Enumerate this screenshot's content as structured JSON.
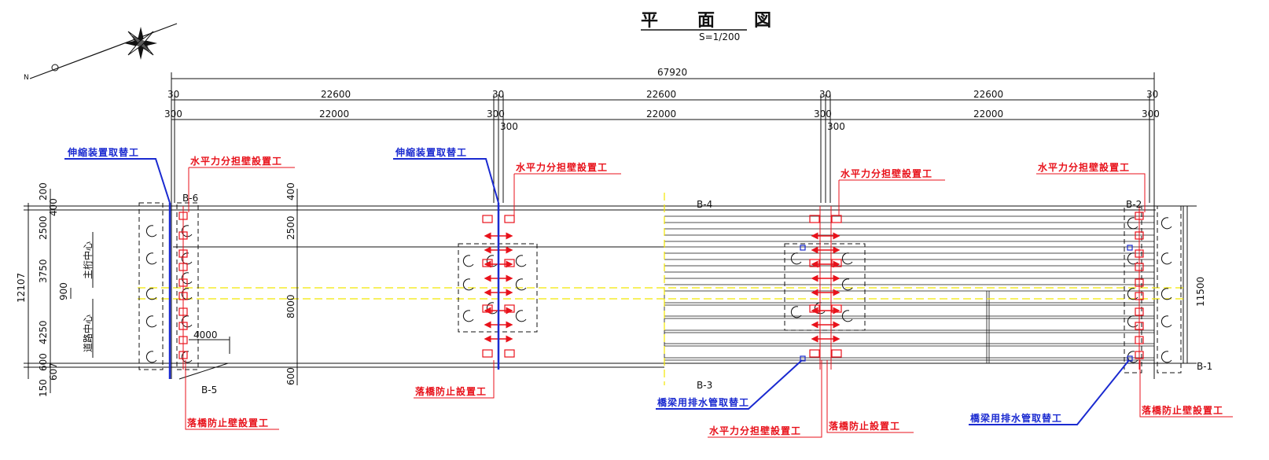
{
  "title": {
    "main": "平　面　図",
    "scale": "S=1/200"
  },
  "compass": {
    "north_label": "N"
  },
  "dimensions_top": {
    "overall": "67920",
    "row1": [
      "30",
      "22600",
      "30",
      "22600",
      "30",
      "22600",
      "30"
    ],
    "row2": [
      "300",
      "22000",
      "300",
      "300",
      "22000",
      "300",
      "300",
      "22000",
      "300"
    ]
  },
  "dimensions_left": {
    "total": "12107",
    "parts": [
      "200",
      "400",
      "2500",
      "3750",
      "900",
      "4250",
      "600",
      "607",
      "150"
    ],
    "centerlines": [
      "主桁中心",
      "道路中心"
    ]
  },
  "dimensions_mid": {
    "parts": [
      "400",
      "2500",
      "8000",
      "600"
    ],
    "width_4000": "4000"
  },
  "dimensions_right": {
    "total": "11500"
  },
  "bearing_labels": [
    "B-6",
    "B-5",
    "B-4",
    "B-3",
    "B-2",
    "B-1"
  ],
  "annotations": {
    "expansion_joint_1": "伸縮装置取替工",
    "expansion_joint_2": "伸縮装置取替工",
    "horizontal_wall_1": "水平力分担壁設置工",
    "horizontal_wall_2": "水平力分担壁設置工",
    "horizontal_wall_3": "水平力分担壁設置工",
    "horizontal_wall_4": "水平力分担壁設置工",
    "horizontal_wall_5": "水平力分担壁設置工",
    "fall_prevent_wall_1": "落橋防止壁設置工",
    "fall_prevent_wall_2": "落橋防止壁設置工",
    "fall_prevent_1": "落橋防止設置工",
    "fall_prevent_2": "落橋防止設置工",
    "drain_pipe_1": "橋梁用排水管取替工",
    "drain_pipe_2": "橋梁用排水管取替工"
  },
  "colors": {
    "red": "#e8121b",
    "blue": "#1a2ad0",
    "yellow": "#f2e600",
    "line": "#111111"
  }
}
